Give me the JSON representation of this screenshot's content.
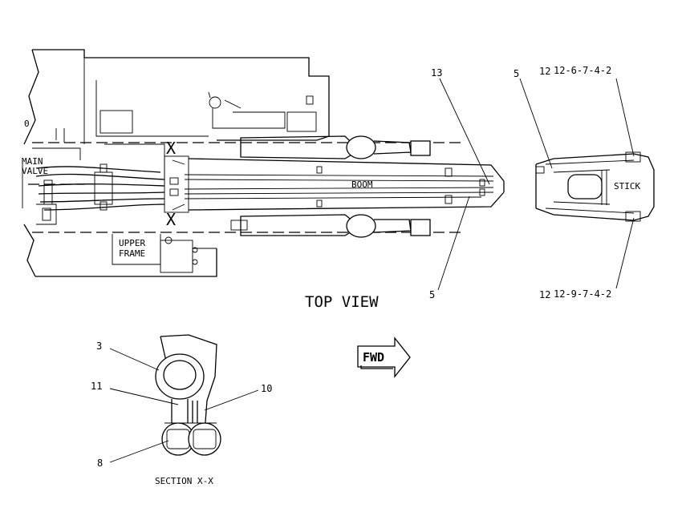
{
  "diagram": {
    "area_labels": {
      "main_valve_line1": "MAIN",
      "main_valve_line2": "VALVE",
      "boom": "BOOM",
      "upper_frame_line1": "UPPER",
      "upper_frame_line2": "FRAME",
      "stick": "STICK",
      "top_view": "TOP VIEW",
      "section": "SECTION X-X",
      "fwd": "FWD",
      "x_top": "X",
      "x_bottom": "X",
      "partial_zero": "0"
    },
    "callouts": {
      "c13": "13",
      "c5_top": "5",
      "c5_bottom": "5",
      "c12_top": "12",
      "c12_top_ref": "12-6-7-4-2",
      "c12_bottom": "12",
      "c12_bottom_ref": "12-9-7-4-2",
      "c3": "3",
      "c11": "11",
      "c10": "10",
      "c8": "8"
    }
  }
}
